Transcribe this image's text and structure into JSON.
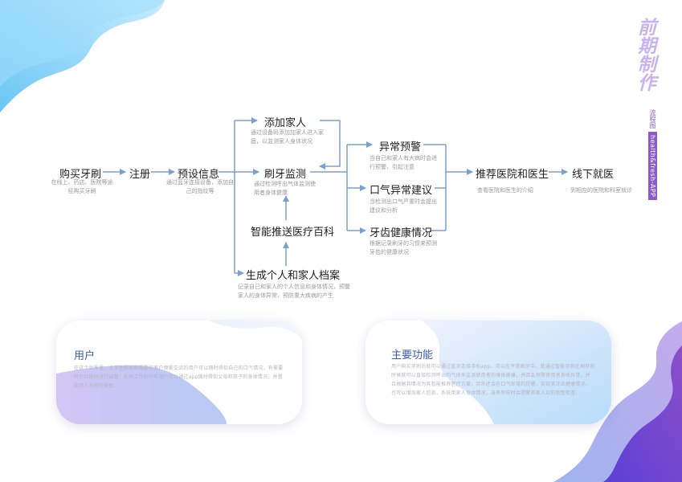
{
  "brand": {
    "title_chars": [
      "前",
      "期",
      "制",
      "作"
    ],
    "tag": "流程图",
    "app_name": "health&fresh-APP"
  },
  "flow": {
    "buy": {
      "title": "购买牙刷",
      "desc": "在线上、药店、医院等途径购买牙刷"
    },
    "register": {
      "title": "注册"
    },
    "preset": {
      "title": "预设信息",
      "desc": "通过蓝牙连接设备，添加自己的指纹等"
    },
    "add_family": {
      "title": "添加家人",
      "desc": "通过设备码添加加家人进入家庭，以监测家人身体状况"
    },
    "brushing": {
      "title": "刷牙监测",
      "desc": "通过检测呼出气体监测使用者身体健康"
    },
    "encyclopedia": {
      "title": "智能推送医疗百科"
    },
    "archive": {
      "title": "生成个人和家人档案",
      "desc": "记录自己和家人的个人信息和身体情况，预警家人的身体异常，预防重大疾病的产生"
    },
    "warning": {
      "title": "异常预警",
      "desc": "当自己和家人有大病时会进行预警，引起注意"
    },
    "breath": {
      "title": "口气异常建议",
      "desc": "当检测出口气严重时会提出建议和分析"
    },
    "teeth": {
      "title": "牙齿健康情况",
      "desc": "根据记录刷牙的习惯来预测牙齿的健康状况"
    },
    "recommend": {
      "title": "推荐医院和医生",
      "desc": "查看医院和医生的介绍"
    },
    "offline": {
      "title": "线下就医",
      "desc": "到相应的医院和科室就诊"
    }
  },
  "cards": {
    "users": {
      "title": "用户",
      "text": "在这个世界里，大学生和长期需要和客户频繁交流的用户可以随时得知自己的口气情况，有需要时可以随时进行调整；在外工作的中年用户可以通过app随时得知父母和孩子的身体情况，并督促家人去医院就医。"
    },
    "features": {
      "title": "主要功能",
      "text": "用户购买牙刷后就可以通过蓝牙连接手机app，可以在平常刷牙中，就通过智能牙刷在刷牙的时候就可以直接检测呼出的气体来监测使用者的身体健康，并且会预警使用者身体异常，并且根据其情况为其智能推荐医疗方案，另外还会在口气异常的提醒，实现其牙齿健康情况，也可以增加家人信息，系统用家人身体情况，当有异样时会提醒其家人以前就医检查。"
    }
  },
  "colors": {
    "arrow": "#7a9fd3",
    "card_title": "#3b5bb5",
    "brand_purple": "#8b5cc9"
  }
}
